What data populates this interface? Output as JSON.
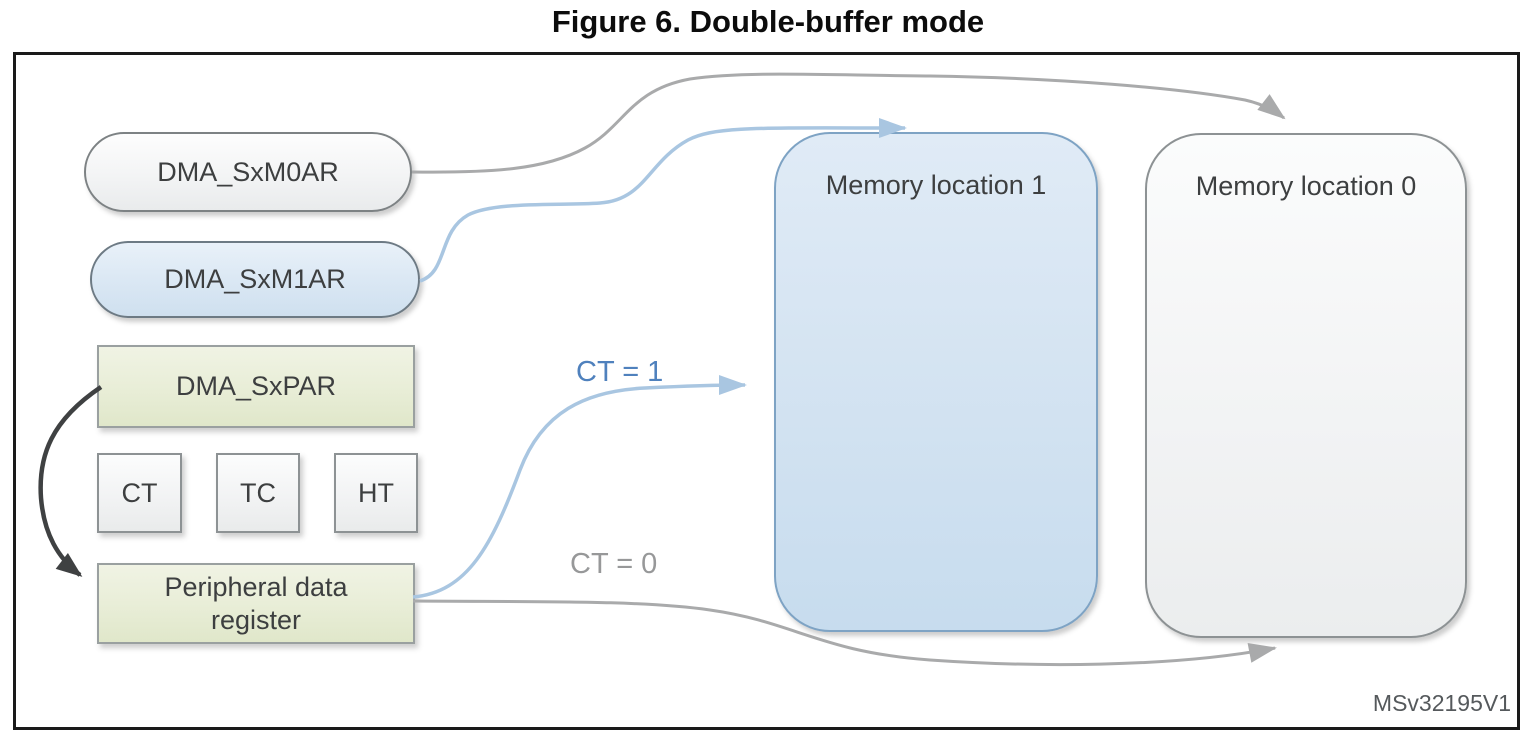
{
  "figure": {
    "title": "Figure 6. Double-buffer mode",
    "watermark": "MSv32195V1"
  },
  "registers": {
    "m0ar": "DMA_SxM0AR",
    "m1ar": "DMA_SxM1AR",
    "par": "DMA_SxPAR",
    "peripheral": "Peripheral data register"
  },
  "flags": {
    "ct": "CT",
    "tc": "TC",
    "ht": "HT"
  },
  "memory": {
    "location1": "Memory location 1",
    "location0": "Memory location 0"
  },
  "flow_labels": {
    "ct1": "CT = 1",
    "ct0": "CT = 0"
  },
  "colors": {
    "arrow_gray": "#a9aaab",
    "arrow_blue": "#a9c6e1",
    "arrow_dark": "#3f4142",
    "label_blue": "#4f81bd",
    "label_gray": "#979899",
    "memory1_fill": "#d5e4f2",
    "memory0_fill": "#f3f4f5",
    "register_green_fill": "#e9eed8",
    "register_blue_fill": "#dbe8f4",
    "frame_border": "#1a1a1a"
  }
}
